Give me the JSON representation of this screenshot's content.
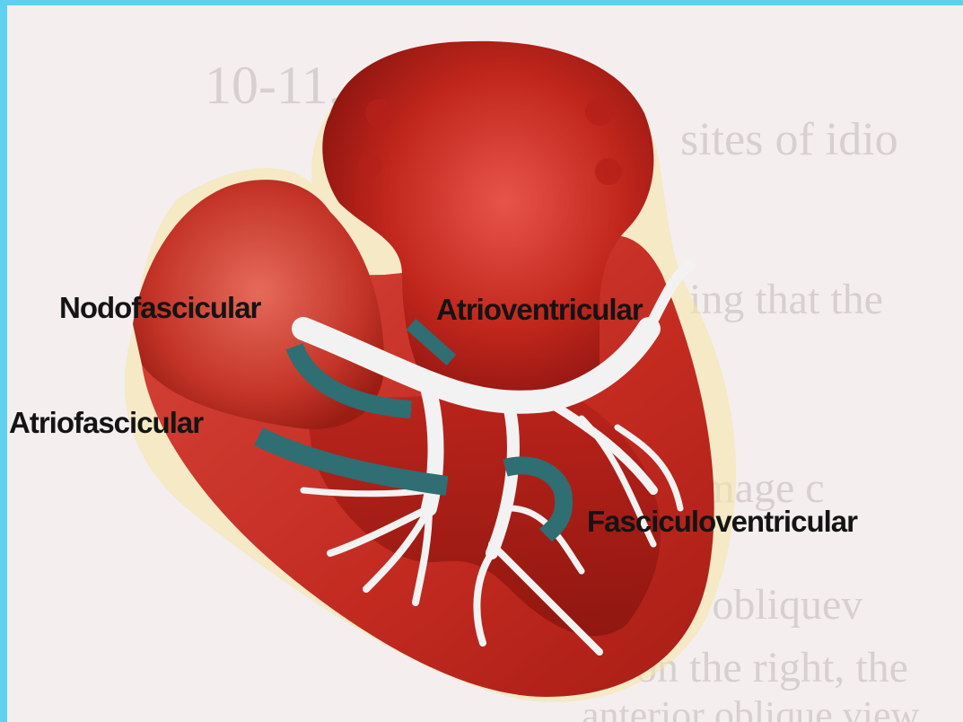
{
  "labels": {
    "nodofascicular": "Nodofascicular",
    "atrioventricular": "Atrioventricular",
    "atriofascicular": "Atriofascicular",
    "fasciculoventricular": "Fasciculoventricular"
  },
  "colors": {
    "frame": "#5fd0f0",
    "background": "#f4eeee",
    "myocardium": "#c8281e",
    "atrium_dark": "#8e1510",
    "conduction": "#f2f2f2",
    "pathway": "#2f6e72",
    "label_text": "#141414"
  }
}
